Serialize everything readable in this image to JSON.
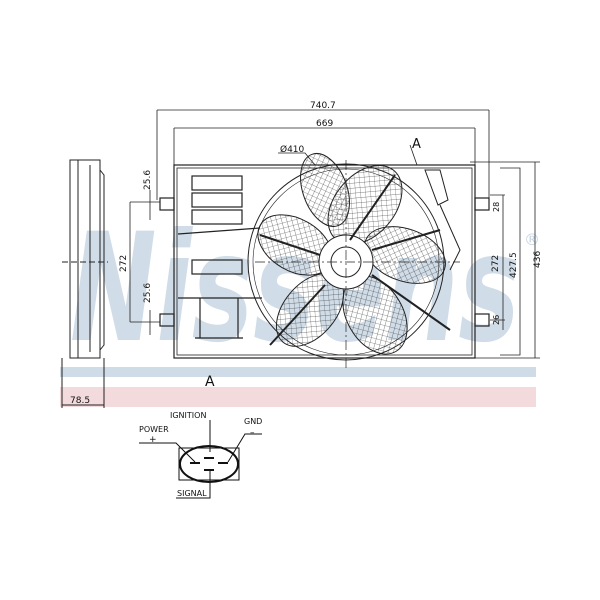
{
  "watermark": {
    "text": "Nissens",
    "registered": "®",
    "band_blue": "#cfdbe6",
    "band_pink": "#f3dadd",
    "letter_color": "#c5d4e2"
  },
  "dimensions": {
    "overall_width": "740.7",
    "frame_width": "669",
    "fan_diameter": "Ø410",
    "left_mount_top": "25.6",
    "left_mount_bottom": "25.6",
    "left_height": "272",
    "right_height": "272",
    "right_mount_top": "28",
    "right_mount_bottom": "26",
    "height_inner": "427.5",
    "height_overall": "436",
    "depth": "78.5",
    "section_label_top": "A",
    "section_label_bottom": "A"
  },
  "connector": {
    "ignition": "IGNITION",
    "power": "POWER",
    "power_sign": "+",
    "gnd": "GND",
    "gnd_sign": "–",
    "signal": "SIGNAL"
  }
}
